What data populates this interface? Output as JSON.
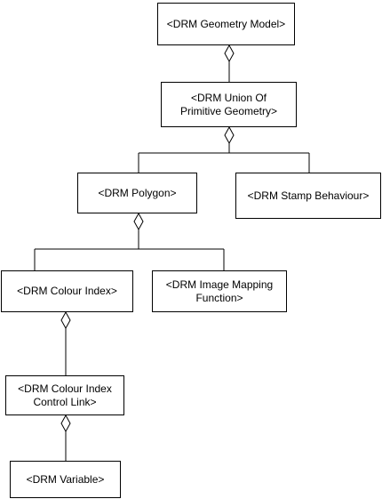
{
  "diagram": {
    "nodes": {
      "geometry_model": "<DRM Geometry Model>",
      "union": "<DRM Union Of\nPrimitive Geometry>",
      "polygon": "<DRM Polygon>",
      "stamp_behaviour": "<DRM Stamp Behaviour>",
      "colour_index": "<DRM Colour Index>",
      "image_mapping": "<DRM Image Mapping\nFunction>",
      "colour_index_link": "<DRM Colour Index\nControl Link>",
      "variable": "<DRM Variable>"
    },
    "relations": [
      {
        "from": "geometry_model",
        "to": "union",
        "kind": "aggregation"
      },
      {
        "from": "union",
        "to": "polygon",
        "kind": "aggregation"
      },
      {
        "from": "union",
        "to": "stamp_behaviour",
        "kind": "aggregation"
      },
      {
        "from": "polygon",
        "to": "colour_index",
        "kind": "aggregation"
      },
      {
        "from": "polygon",
        "to": "image_mapping",
        "kind": "aggregation"
      },
      {
        "from": "colour_index",
        "to": "colour_index_link",
        "kind": "aggregation"
      },
      {
        "from": "colour_index_link",
        "to": "variable",
        "kind": "aggregation"
      }
    ],
    "colors": {
      "line": "#000000",
      "box_border": "#000000",
      "background": "#ffffff"
    }
  }
}
